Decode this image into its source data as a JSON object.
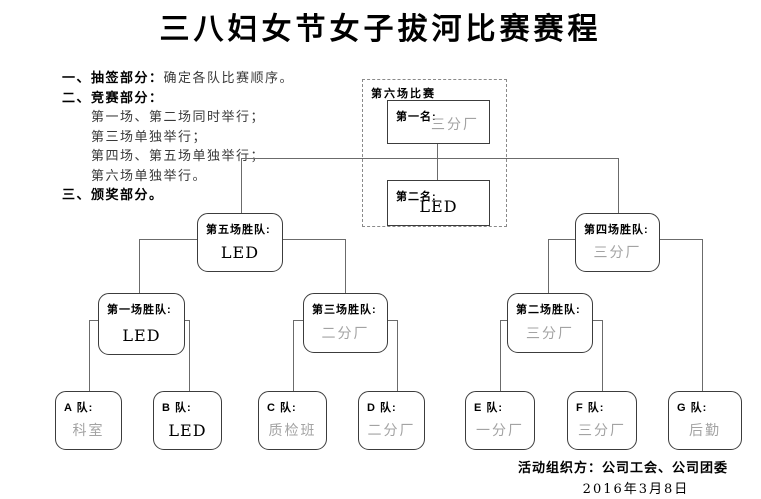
{
  "title": "三八妇女节女子拔河比赛赛程",
  "notes": {
    "item1_label": "一、抽签部分：",
    "item1_text": "确定各队比赛顺序。",
    "item2_label": "二、竞赛部分：",
    "item2_line1": "第一场、第二场同时举行；",
    "item2_line2": "第三场单独举行；",
    "item2_line3": "第四场、第五场单独举行；",
    "item2_line4": "第六场单独举行。",
    "item3_label": "三、颁奖部分。"
  },
  "final_group": {
    "label": "第六场比赛",
    "first_label": "第一名:",
    "first_value": "三分厂",
    "second_label": "第二名:",
    "second_value": "LED"
  },
  "winners": {
    "w5_label": "第五场胜队:",
    "w5_value": "LED",
    "w4_label": "第四场胜队:",
    "w4_value": "三分厂",
    "w1_label": "第一场胜队:",
    "w1_value": "LED",
    "w3_label": "第三场胜队:",
    "w3_value": "二分厂",
    "w2_label": "第二场胜队:",
    "w2_value": "三分厂"
  },
  "teams": {
    "a_label": "A 队:",
    "a_value": "科室",
    "b_label": "B 队:",
    "b_value": "LED",
    "c_label": "C 队:",
    "c_value": "质检班",
    "d_label": "D 队:",
    "d_value": "二分厂",
    "e_label": "E 队:",
    "e_value": "一分厂",
    "f_label": "F 队:",
    "f_value": "三分厂",
    "g_label": "G 队:",
    "g_value": "后勤"
  },
  "footer": {
    "organizer_label": "活动组织方：",
    "organizer_value": "公司工会、公司团委",
    "date": "2016年3月8日"
  },
  "colors": {
    "muted_value": "#a3a3a3",
    "line": "#6b6b6b",
    "box_border": "#3c3c3c"
  }
}
